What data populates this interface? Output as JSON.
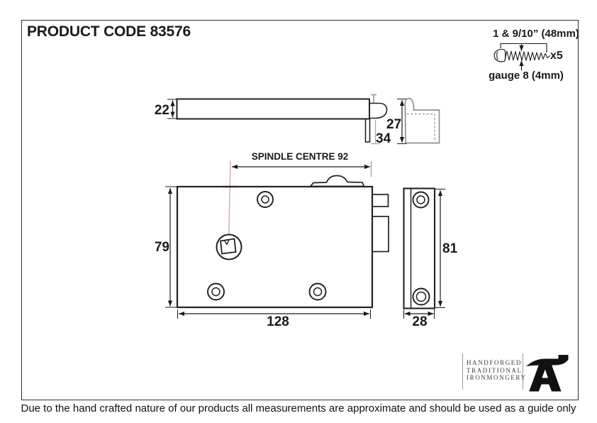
{
  "header": {
    "product_code": "PRODUCT CODE 83576"
  },
  "screws": {
    "length": "1 & 9/10” (48mm)",
    "quantity": "x5",
    "gauge": "gauge 8 (4mm)"
  },
  "side_view": {
    "height": "22",
    "bolt_drop": "34",
    "keep_depth": "27"
  },
  "front_view": {
    "spindle_centre": "SPINDLE CENTRE 92",
    "height": "79",
    "width": "128"
  },
  "keep_view": {
    "height": "81",
    "width": "28"
  },
  "branding": {
    "lines": [
      "HANDFORGED",
      "TRADITIONAL",
      "IRONMONGERY"
    ]
  },
  "footer": {
    "disclaimer": "Due to the hand crafted nature of our products all measurements are approximate and should be used as a guide only"
  },
  "colors": {
    "ink": "#1a1a1a",
    "line": "#222222",
    "gray": "#8f8f8f",
    "leader_pink": "#d6aaaa",
    "logo_black": "#111111"
  }
}
